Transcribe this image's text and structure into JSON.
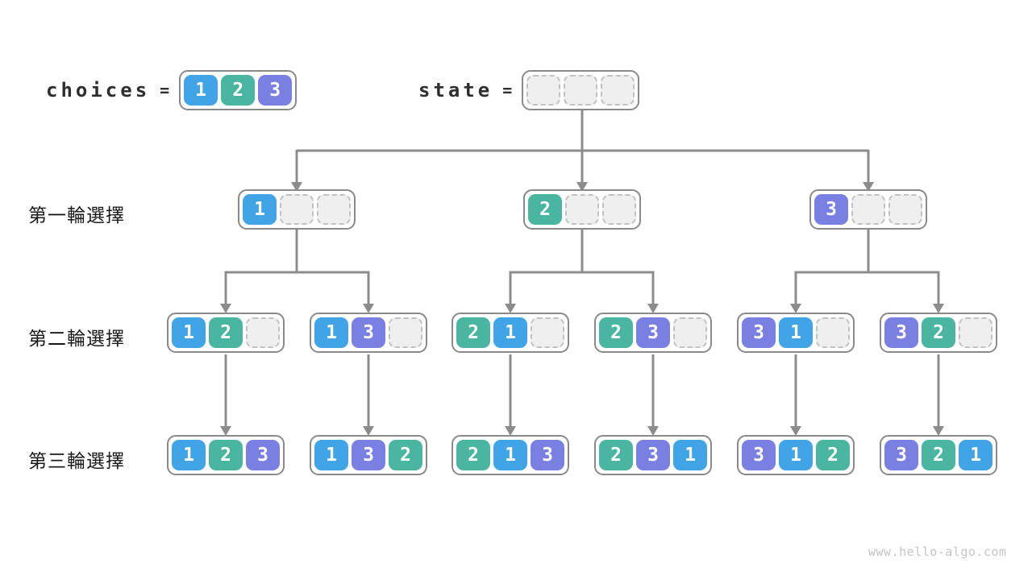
{
  "page": {
    "watermark": "www.hello-algo.com"
  },
  "palette": {
    "value1": "#41a4e6",
    "value2": "#4ab5a1",
    "value3": "#7a80e2",
    "empty_fill": "#efefef",
    "empty_border": "#c2c2c2",
    "node_border": "#8a8a8a",
    "line": "#8c8c8c",
    "watermark": "#c4c4c4"
  },
  "header": {
    "choices_label": "choices",
    "state_label": "state",
    "equals": "=",
    "choices_cells": [
      "1",
      "2",
      "3"
    ],
    "state_cells": [
      "",
      "",
      ""
    ]
  },
  "rows": [
    {
      "label": "第一輪選擇",
      "nodes": [
        [
          "1",
          "",
          ""
        ],
        [
          "2",
          "",
          ""
        ],
        [
          "3",
          "",
          ""
        ]
      ]
    },
    {
      "label": "第二輪選擇",
      "nodes": [
        [
          "1",
          "2",
          ""
        ],
        [
          "1",
          "3",
          ""
        ],
        [
          "2",
          "1",
          ""
        ],
        [
          "2",
          "3",
          ""
        ],
        [
          "3",
          "1",
          ""
        ],
        [
          "3",
          "2",
          ""
        ]
      ]
    },
    {
      "label": "第三輪選擇",
      "nodes": [
        [
          "1",
          "2",
          "3"
        ],
        [
          "1",
          "3",
          "2"
        ],
        [
          "2",
          "1",
          "3"
        ],
        [
          "2",
          "3",
          "1"
        ],
        [
          "3",
          "1",
          "2"
        ],
        [
          "3",
          "2",
          "1"
        ]
      ]
    }
  ]
}
